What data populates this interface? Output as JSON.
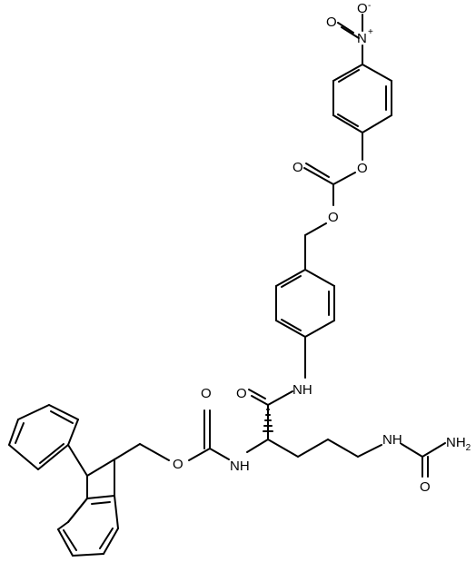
{
  "labels": {
    "nitro_N": "N",
    "nitro_N_charge": "+",
    "nitro_O_top": "O",
    "nitro_O_top_charge": "-",
    "nitro_O_side": "O",
    "aryl_ester_O": "O",
    "carbonate_O_double": "O",
    "carbonate_O_benzyl": "O",
    "amide_NH": "NH",
    "amide_O": "O",
    "carbamate_O": "O",
    "carbamate_O_ester": "O",
    "alpha_NH": "NH",
    "urea_NH": "NH",
    "urea_O": "O",
    "urea_NH2": "NH",
    "urea_NH2_sub": "2"
  }
}
